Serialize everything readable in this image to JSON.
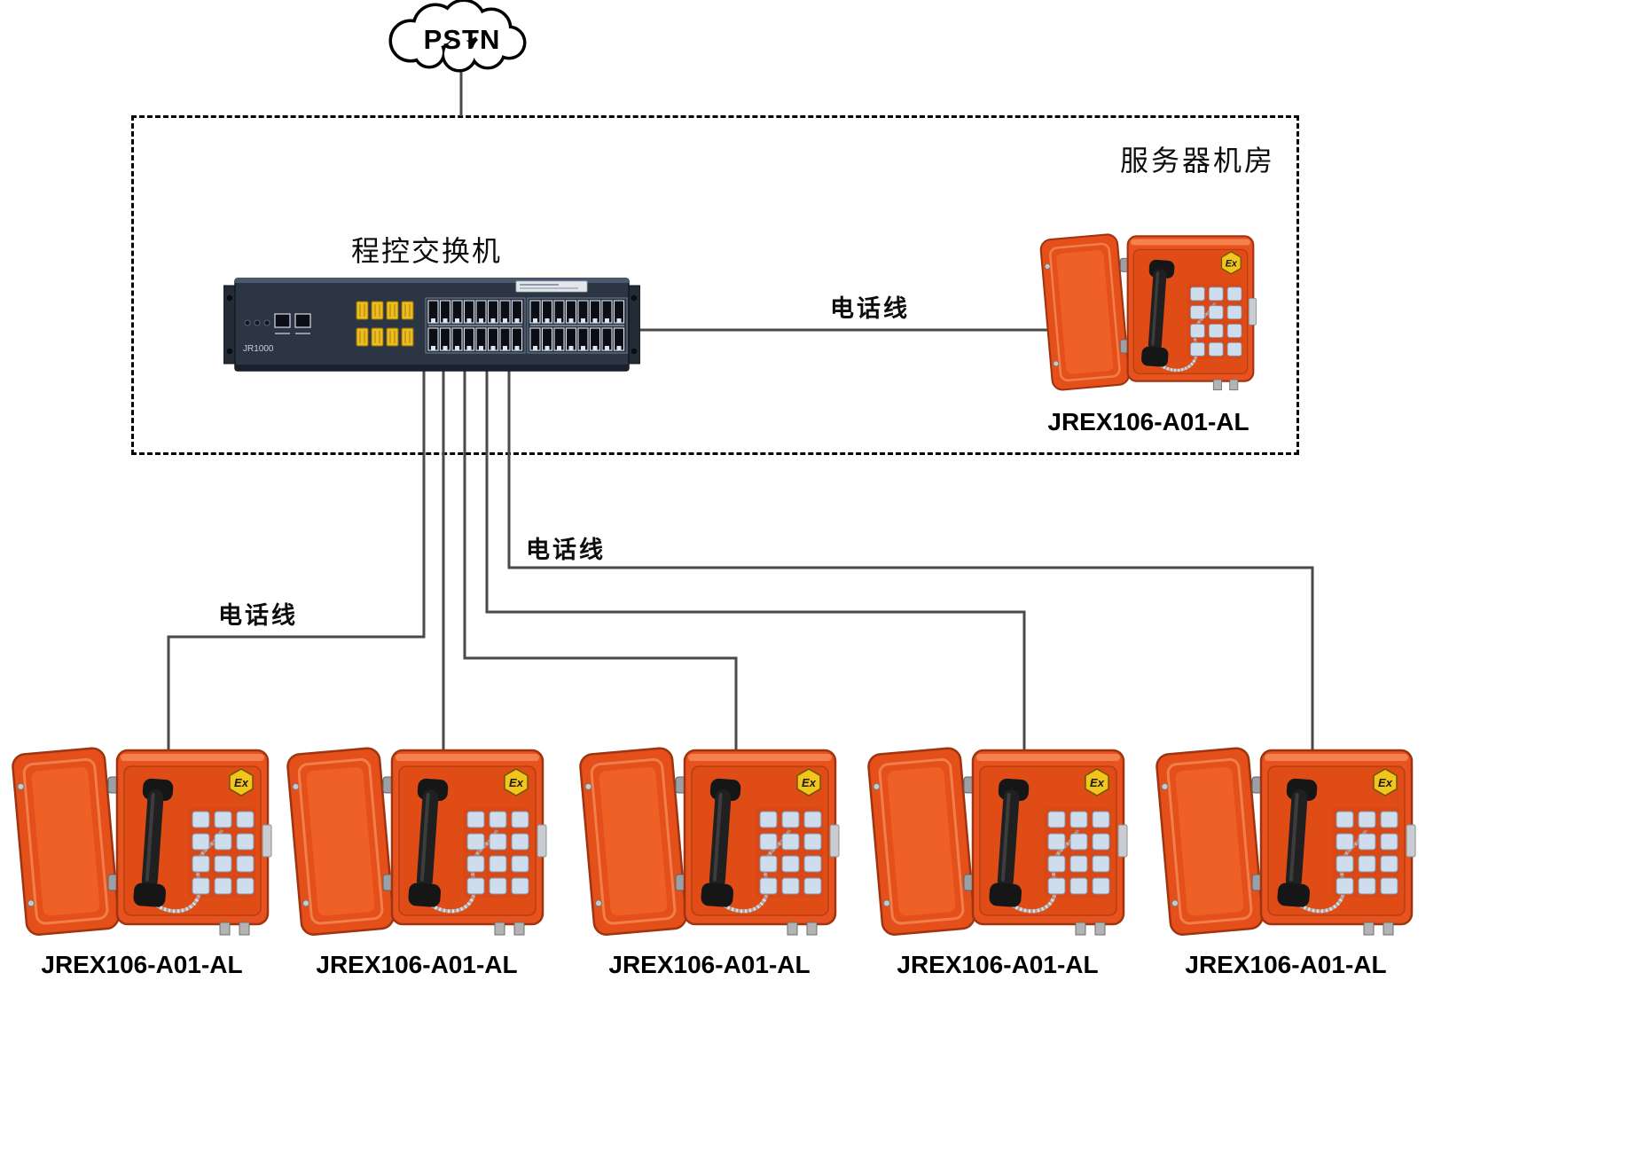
{
  "cloud": {
    "label": "PSTN"
  },
  "server_room": {
    "label": "服务器机房"
  },
  "switch": {
    "label": "程控交换机",
    "model": "JR1000"
  },
  "links": {
    "server_phone": "电话线",
    "field_upper": "电话线",
    "field_lower": "电话线"
  },
  "server_room_phone": {
    "label": "JREX106-A01-AL"
  },
  "field_phones": [
    {
      "label": "JREX106-A01-AL"
    },
    {
      "label": "JREX106-A01-AL"
    },
    {
      "label": "JREX106-A01-AL"
    },
    {
      "label": "JREX106-A01-AL"
    },
    {
      "label": "JREX106-A01-AL"
    }
  ],
  "phone": {
    "ex_badge": "Ex"
  },
  "colors": {
    "phone_orange": "#E8521F",
    "phone_edge": "#9E3410",
    "line": "#4A4A4A",
    "switch_body": "#2C3543",
    "module_yellow": "#EDBD1F",
    "keypad_key": "#CFDCEC"
  }
}
